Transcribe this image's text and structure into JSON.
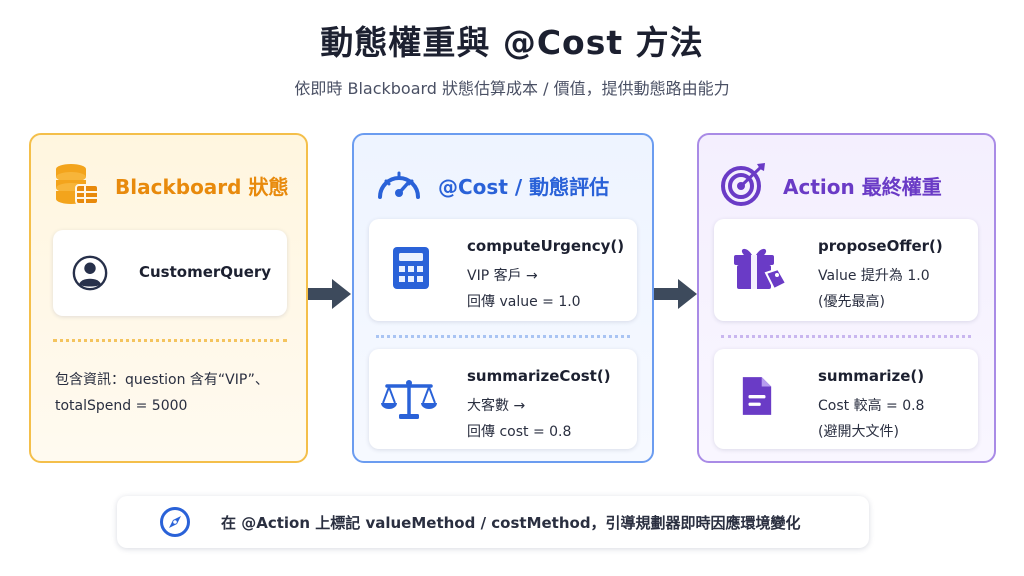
{
  "header": {
    "title": "動態權重與 @Cost 方法",
    "subtitle": "依即時 Blackboard 狀態估算成本 / 價值，提供動態路由能力"
  },
  "panels": {
    "blackboard": {
      "title": "Blackboard 狀態",
      "card": {
        "name": "CustomerQuery"
      },
      "info_line1": "包含資訊：question 含有“VIP”、",
      "info_line2": "totalSpend = 5000"
    },
    "cost": {
      "title": "@Cost / 動態評估",
      "cards": [
        {
          "name": "computeUrgency()",
          "line1": "VIP 客戶 →",
          "line2": "回傳 value = 1.0"
        },
        {
          "name": "summarizeCost()",
          "line1": "大客數 →",
          "line2": "回傳 cost = 0.8"
        }
      ]
    },
    "action": {
      "title": "Action 最終權重",
      "cards": [
        {
          "name": "proposeOffer()",
          "line1": "Value 提升為 1.0",
          "line2": "(優先最高)"
        },
        {
          "name": "summarize()",
          "line1": "Cost 較高 = 0.8",
          "line2": "(避開大文件)"
        }
      ]
    }
  },
  "footer": {
    "text": "在 @Action 上標記 valueMethod / costMethod，引導規劃器即時因應環境變化"
  },
  "colors": {
    "blackboard_accent": "#e88a0c",
    "cost_accent": "#2a62d8",
    "action_accent": "#6a3bc6",
    "arrow": "#3d4a5c"
  },
  "icons": {
    "blackboard": "database-table-icon",
    "customer": "user-circle-icon",
    "cost": "speedometer-icon",
    "calculator": "calculator-icon",
    "scale": "balance-scale-icon",
    "action": "target-icon",
    "gift": "gift-tag-icon",
    "document": "document-icon",
    "footer": "compass-icon"
  }
}
